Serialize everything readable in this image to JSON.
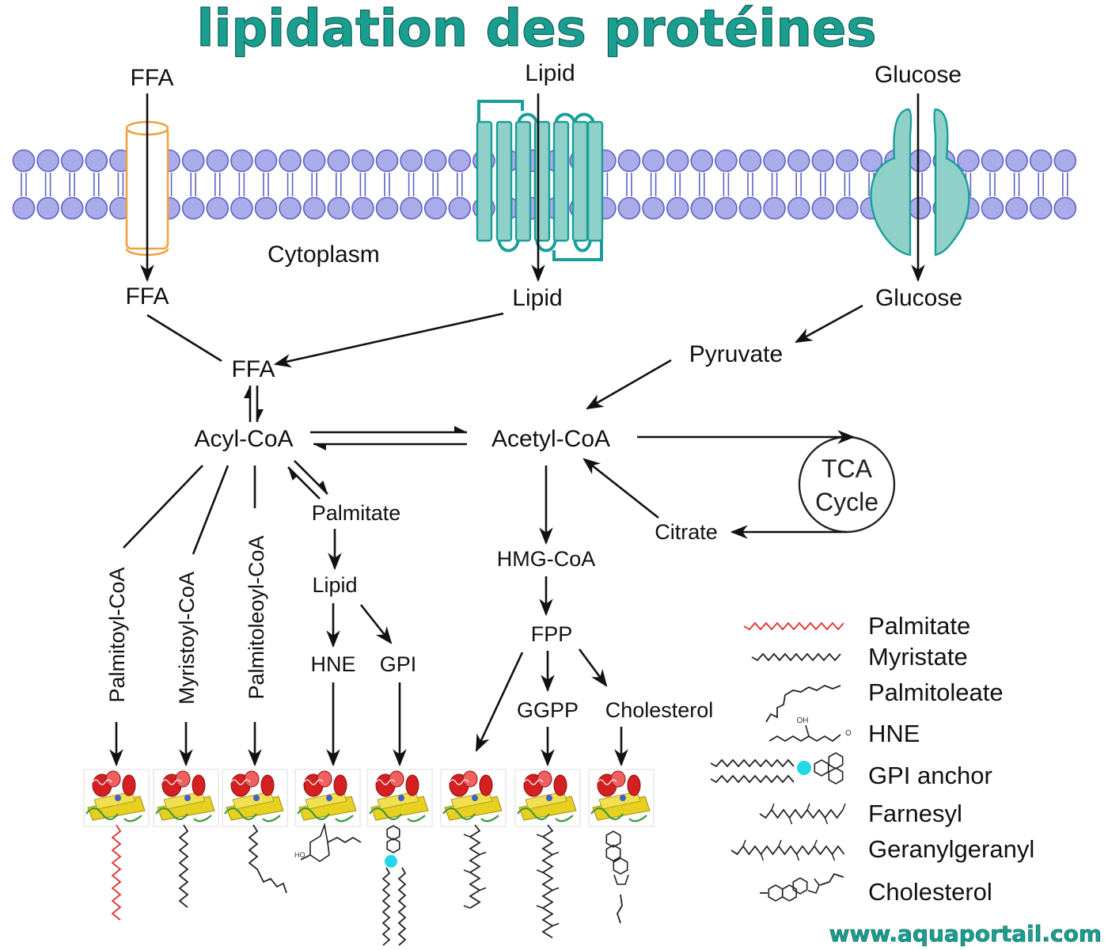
{
  "title": "lipidation des protéines",
  "website": "www.aquaportail.com",
  "colors": {
    "title": "#1a9e8f",
    "membrane_head": "#a9ace8",
    "membrane_head_stroke": "#5c62c6",
    "ffa_channel": "#f0a040",
    "transporter": "#8fd0c8",
    "transporter_stroke": "#1a9e9a",
    "palmitate_chain": "#e03030",
    "gpi_dot": "#22d8e8",
    "protein_red": "#d42020",
    "protein_yellow": "#e8d020",
    "protein_green": "#3a9a3a"
  },
  "labels": {
    "ffa_top": "FFA",
    "lipid_top": "Lipid",
    "glucose_top": "Glucose",
    "cytoplasm": "Cytoplasm",
    "ffa_in": "FFA",
    "lipid_in": "Lipid",
    "glucose_in": "Glucose",
    "ffa": "FFA",
    "pyruvate": "Pyruvate",
    "acyl_coa": "Acyl-CoA",
    "acetyl_coa": "Acetyl-CoA",
    "tca_line1": "TCA",
    "tca_line2": "Cycle",
    "citrate": "Citrate",
    "palmitate": "Palmitate",
    "lipid": "Lipid",
    "hne": "HNE",
    "gpi": "GPI",
    "hmg_coa": "HMG-CoA",
    "fpp": "FPP",
    "ggpp": "GGPP",
    "cholesterol": "Cholesterol",
    "palmitoyl_coa": "Palmitoyl-CoA",
    "myristoyl_coa": "Myristoyl-CoA",
    "palmitoleoyl_coa": "Palmitoleoyl-CoA"
  },
  "structure_labels": {
    "oh": "OH",
    "o": "O",
    "ho": "HO"
  },
  "legend": [
    {
      "label": "Palmitate"
    },
    {
      "label": "Myristate"
    },
    {
      "label": "Palmitoleate"
    },
    {
      "label": "HNE"
    },
    {
      "label": "GPI anchor"
    },
    {
      "label": "Farnesyl"
    },
    {
      "label": "Geranylgeranyl"
    },
    {
      "label": "Cholesterol"
    }
  ]
}
